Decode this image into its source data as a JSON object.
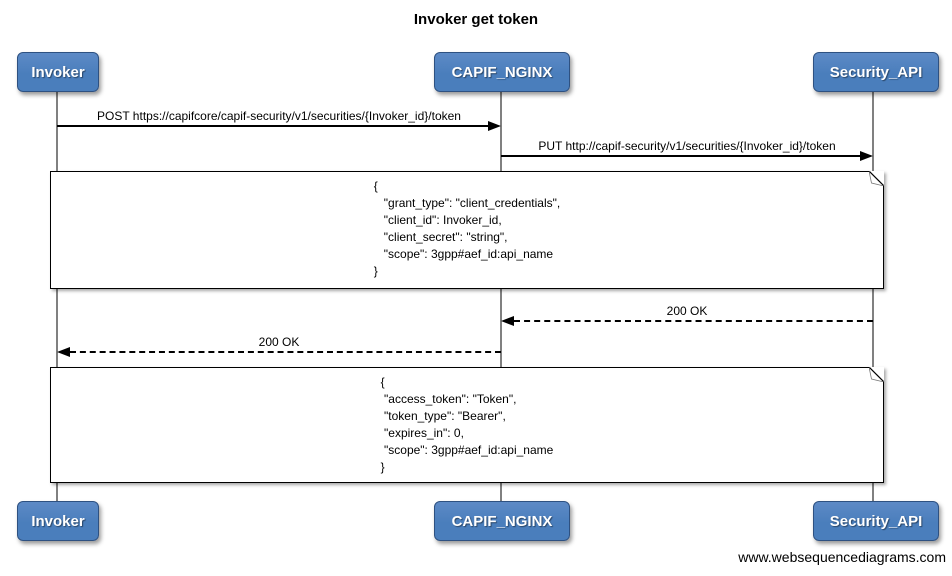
{
  "title": "Invoker get token",
  "footer": "www.websequencediagrams.com",
  "actors": [
    {
      "name": "Invoker"
    },
    {
      "name": "CAPIF_NGINX"
    },
    {
      "name": "Security_API"
    }
  ],
  "messages": [
    {
      "label": "POST https://capifcore/capif-security/v1/securities/{Invoker_id}/token",
      "from": "Invoker",
      "to": "CAPIF_NGINX",
      "line": "solid"
    },
    {
      "label": "PUT http://capif-security/v1/securities/{Invoker_id}/token",
      "from": "CAPIF_NGINX",
      "to": "Security_API",
      "line": "solid"
    },
    {
      "label": "200 OK",
      "from": "Security_API",
      "to": "CAPIF_NGINX",
      "line": "dashed"
    },
    {
      "label": "200 OK",
      "from": "CAPIF_NGINX",
      "to": "Invoker",
      "line": "dashed"
    }
  ],
  "notes": [
    {
      "text": "{\n   \"grant_type\": \"client_credentials\",\n   \"client_id\": Invoker_id,\n   \"client_secret\": \"string\",\n   \"scope\": 3gpp#aef_id:api_name\n}"
    },
    {
      "text": "{\n \"access_token\": \"Token\",\n \"token_type\": \"Bearer\",\n \"expires_in\": 0,\n \"scope\": 3gpp#aef_id:api_name\n}"
    }
  ],
  "colors": {
    "actor_fill": "#4a7ebc",
    "actor_fill_light": "#5d8ac6",
    "actor_border": "#2e5181",
    "actor_text": "#ffffff",
    "lifeline": "#808080",
    "line": "#000000",
    "note_bg": "#ffffff"
  }
}
